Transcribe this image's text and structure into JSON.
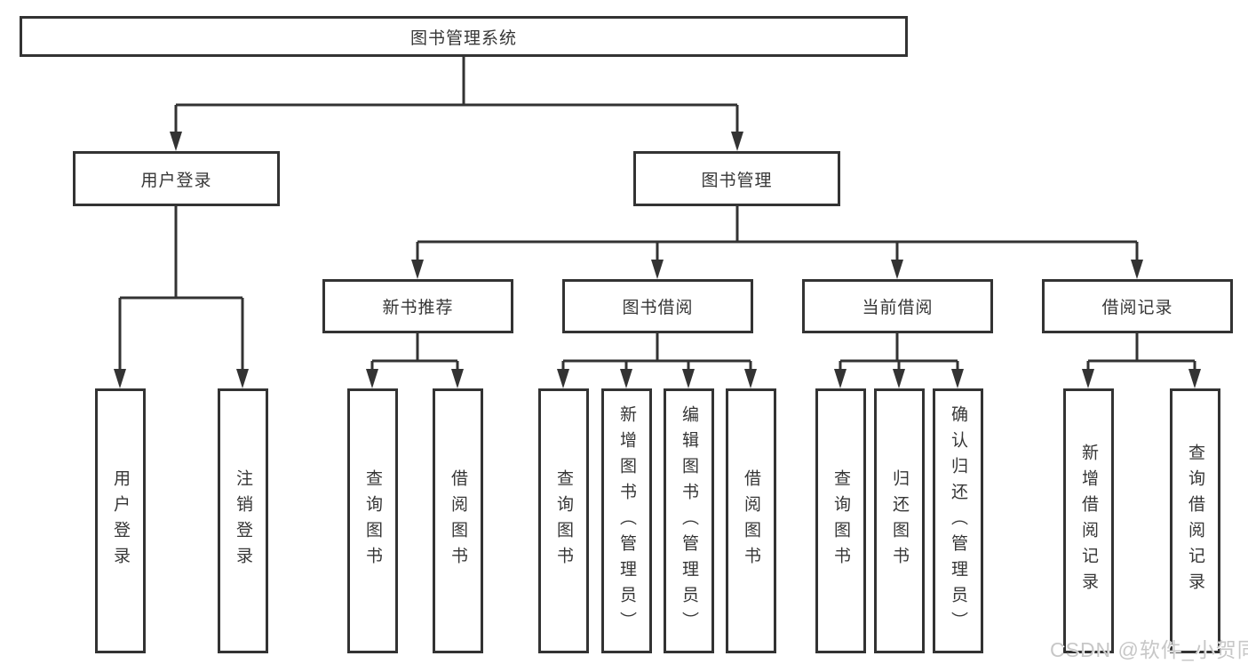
{
  "diagram": {
    "type": "hierarchy-tree",
    "root": "图书管理系统",
    "branches": {
      "user_login": "用户登录",
      "book_mgmt": "图书管理"
    },
    "sections": {
      "new_book_rec": "新书推荐",
      "book_borrow": "图书借阅",
      "current_borrow": "当前借阅",
      "borrow_record": "借阅记录"
    },
    "leaves": {
      "user_login": "用户登录",
      "logout": "注销登录",
      "rec_query_book": "查询图书",
      "rec_borrow_book": "借阅图书",
      "bb_query_book": "查询图书",
      "bb_add_book": "新增图书（管理员）",
      "bb_edit_book": "编辑图书（管理员）",
      "bb_borrow_book": "借阅图书",
      "cur_query_book": "查询图书",
      "cur_return_book": "归还图书",
      "cur_confirm_return": "确认归还（管理员）",
      "rr_add_record": "新增借阅记录",
      "rr_query_record": "查询借阅记录"
    }
  },
  "watermark": "CSDN @软件_小贺同学",
  "colors": {
    "line": "#333333",
    "text": "#363636",
    "background": "#ffffff",
    "watermark": "#c7c7c7"
  }
}
